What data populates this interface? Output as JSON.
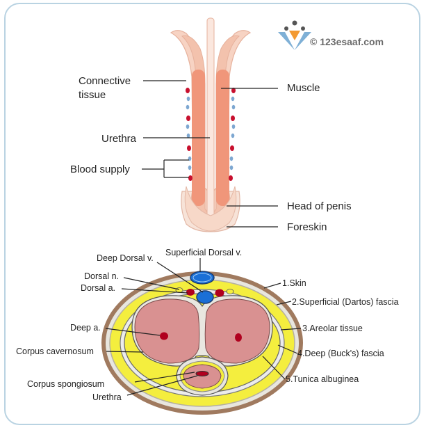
{
  "watermark": {
    "text": "© 123esaaf.com"
  },
  "longitudinal": {
    "labels": {
      "connective_1": "Connective",
      "connective_2": "tissue",
      "urethra": "Urethra",
      "blood_supply": "Blood supply",
      "muscle": "Muscle",
      "head": "Head of penis",
      "foreskin": "Foreskin"
    }
  },
  "cross_section": {
    "labels": {
      "deep_dorsal_v": "Deep Dorsal v.",
      "superficial_dorsal_v": "Superficial Dorsal v.",
      "dorsal_n": "Dorsal n.",
      "dorsal_a": "Dorsal a.",
      "deep_a": "Deep a.",
      "corpus_cavernosum": "Corpus cavernosum",
      "corpus_spongiosum": "Corpus spongiosum",
      "urethra": "Urethra",
      "skin": "1.Skin",
      "dartos": "2.Superficial (Dartos) fascia",
      "areolar": "3.Areolar tissue",
      "bucks": "4.Deep (Buck's) fascia",
      "tunica": "5.Tunica albuginea"
    }
  },
  "colors": {
    "skin_outer": "#a07a5f",
    "fascia_yellow": "#f4ee3e",
    "cavernosum": "#d99191",
    "artery": "#b0001e",
    "vein": "#1a6fd6",
    "muscle": "#f0967a",
    "tissue": "#f7d3c3"
  }
}
